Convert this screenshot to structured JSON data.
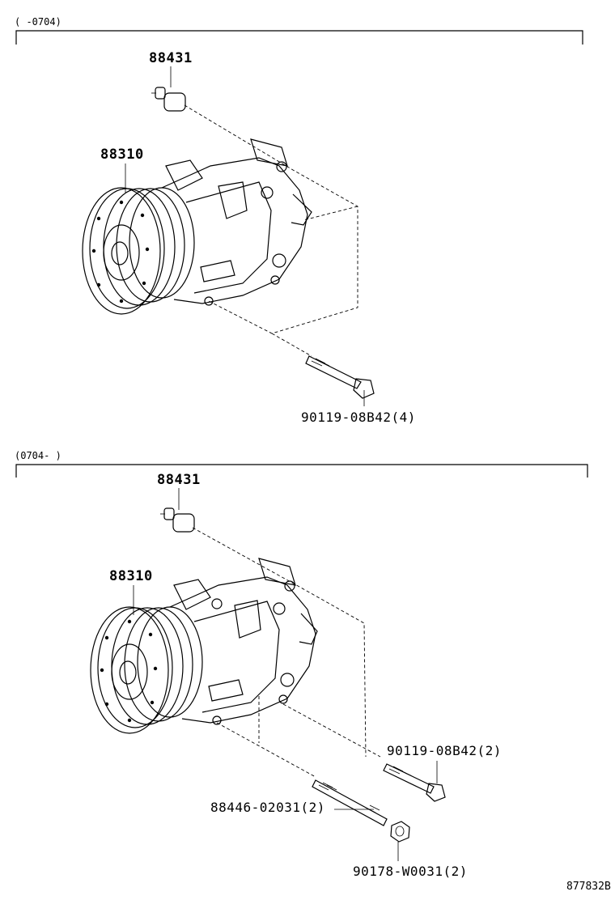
{
  "sections": [
    {
      "range": "(    -0704)",
      "labels": {
        "switch": "88431",
        "compressor": "88310",
        "bolt": "90119-08B42(4)"
      }
    },
    {
      "range": "(0704-    )",
      "labels": {
        "switch": "88431",
        "compressor": "88310",
        "bolt": "90119-08B42(2)",
        "stud": "88446-02031(2)",
        "nut": "90178-W0031(2)"
      }
    }
  ],
  "figure_code": "877832B"
}
